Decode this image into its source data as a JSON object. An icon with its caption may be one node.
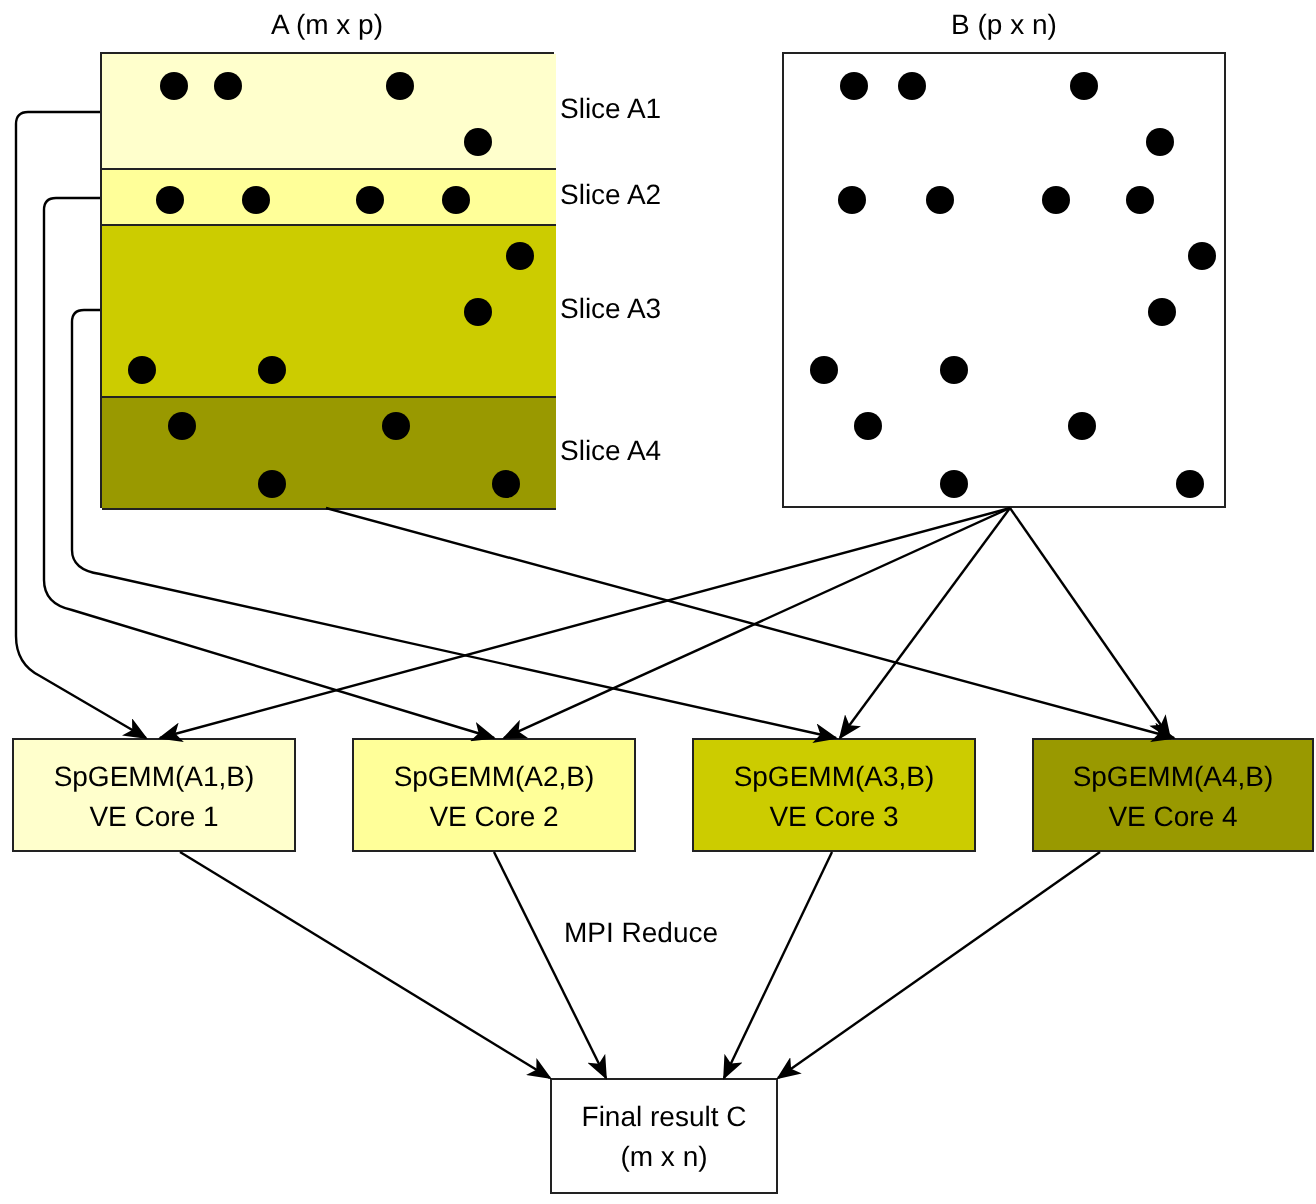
{
  "diagram": {
    "nodes": [
      {
        "text": [
          "A (m x p)"
        ]
      },
      {
        "text": [],
        "shape": "box",
        "in": 0,
        "beside": [
          "Slice A1"
        ]
      },
      {
        "text": [],
        "shape": "box",
        "in": 0,
        "beside": [
          "Slice A2"
        ]
      },
      {
        "text": [],
        "shape": "box",
        "in": 0,
        "beside": [
          "Slice A3"
        ]
      },
      {
        "text": [],
        "shape": "box",
        "in": 0,
        "beside": [
          "Slice A4"
        ]
      },
      {
        "text": [
          "B (p x n)"
        ]
      },
      {
        "text": [
          "SpGEMM(A1,B) VE Core 1"
        ]
      },
      {
        "text": [
          "SpGEMM(A2,B) VE Core 2"
        ]
      },
      {
        "text": [
          "SpGEMM(A3,B) VE Core 3"
        ]
      },
      {
        "text": [
          "SpGEMM(A4,B) VE Core 4"
        ]
      },
      {
        "text": [
          "Final result C (m x n)"
        ]
      }
    ],
    "edges": [
      {
        "from": 1,
        "to": 6,
        "arrow": "to"
      },
      {
        "from": 2,
        "to": 7,
        "arrow": "to"
      },
      {
        "from": 3,
        "to": 8,
        "arrow": "to"
      },
      {
        "from": 4,
        "to": 9,
        "arrow": "to"
      },
      {
        "from": 5,
        "to": 6,
        "arrow": "to"
      },
      {
        "from": 5,
        "to": 7,
        "arrow": "to"
      },
      {
        "from": 5,
        "to": 8,
        "arrow": "to"
      },
      {
        "from": 5,
        "to": 9,
        "arrow": "to"
      },
      {
        "from": 6,
        "to": 10,
        "arrow": "to"
      },
      {
        "from": 7,
        "to": 10,
        "arrow": "to"
      },
      {
        "from": 8,
        "to": 10,
        "arrow": "to"
      },
      {
        "from": 9,
        "to": 10,
        "arrow": "to"
      }
    ],
    "labels": [
      "MPI Reduce"
    ]
  }
}
